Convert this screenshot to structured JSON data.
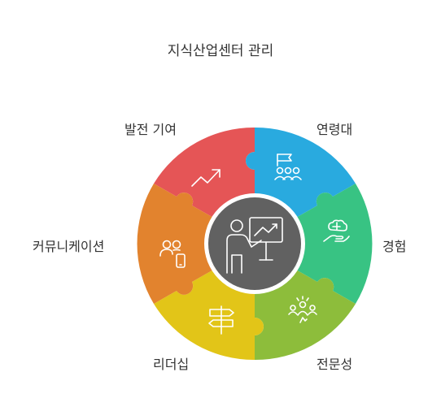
{
  "title": "지식산업센터 관리",
  "center": {
    "icon": "presentation-icon",
    "color": "#616161"
  },
  "segments": [
    {
      "id": "top-right",
      "label": "연령대",
      "color": "#29AADF",
      "icon": "team-flag-icon"
    },
    {
      "id": "right",
      "label": "경험",
      "color": "#38C383",
      "icon": "brain-hand-icon"
    },
    {
      "id": "bottom-right",
      "label": "전문성",
      "color": "#8DBD3B",
      "icon": "expert-group-icon"
    },
    {
      "id": "bottom-left",
      "label": "리더십",
      "color": "#E2C518",
      "icon": "signpost-icon"
    },
    {
      "id": "left",
      "label": "커뮤니케이션",
      "color": "#E2832E",
      "icon": "people-phone-icon"
    },
    {
      "id": "top-left",
      "label": "발전 기여",
      "color": "#E55556",
      "icon": "trend-up-icon"
    }
  ]
}
